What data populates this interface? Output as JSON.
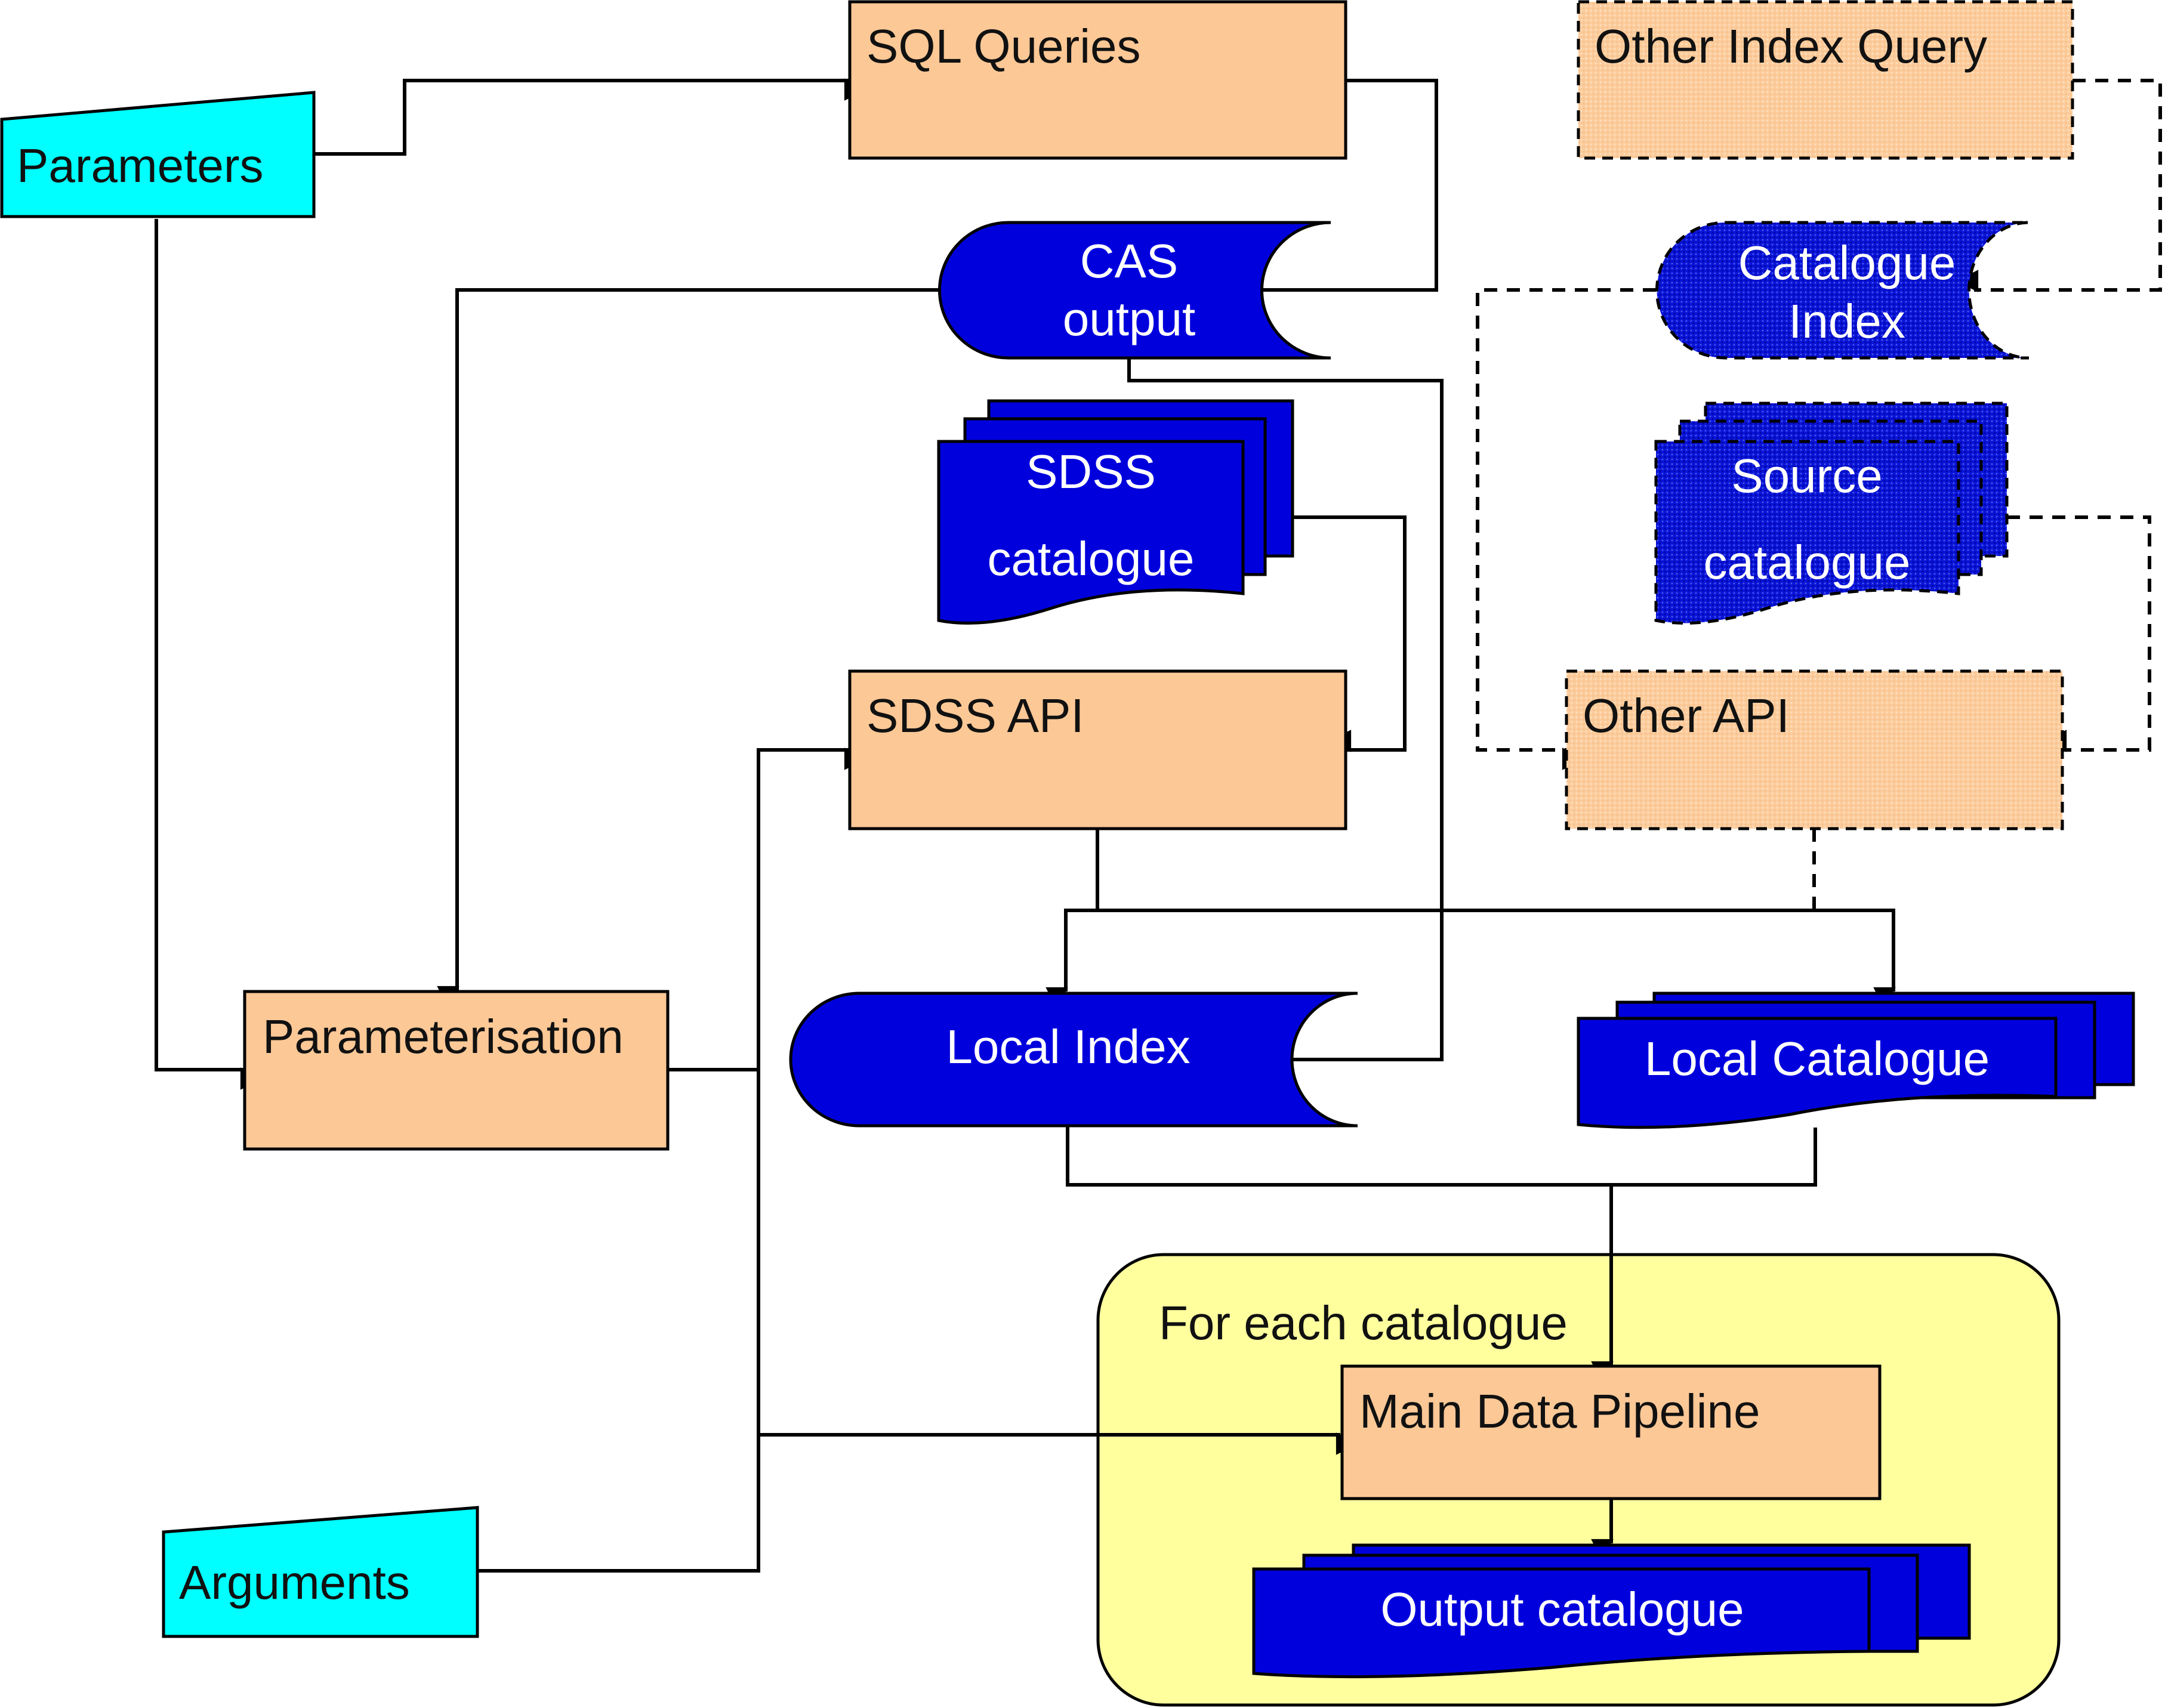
{
  "colors": {
    "process": "#FCC896",
    "input": "#00FFFF",
    "storage": "#0000DD",
    "loop": "#FFFF9E",
    "connector": "#000000"
  },
  "nodes": {
    "parameters": "Parameters",
    "sql_queries": "SQL Queries",
    "other_index_query": "Other Index Query",
    "cas_output": [
      "CAS",
      "output"
    ],
    "catalogue_index": [
      "Catalogue",
      "Index"
    ],
    "sdss_catalogue": [
      "SDSS",
      "catalogue"
    ],
    "source_catalogue": [
      "Source",
      "catalogue"
    ],
    "sdss_api": "SDSS API",
    "other_api": "Other API",
    "parameterisation": "Parameterisation",
    "local_index": "Local Index",
    "local_catalogue": "Local Catalogue",
    "loop_label": "For each catalogue",
    "main_pipeline": "Main Data Pipeline",
    "output_catalogue": "Output catalogue",
    "arguments": "Arguments"
  },
  "edges": [
    {
      "from": "parameters",
      "to": "sql_queries",
      "style": "solid"
    },
    {
      "from": "parameters",
      "to": "parameterisation",
      "style": "solid"
    },
    {
      "from": "sql_queries",
      "to": "cas_output",
      "style": "solid"
    },
    {
      "from": "cas_output",
      "to": "parameterisation",
      "style": "solid"
    },
    {
      "from": "cas_output",
      "to": "local_index",
      "style": "solid"
    },
    {
      "from": "sdss_catalogue",
      "to": "sdss_api",
      "style": "solid"
    },
    {
      "from": "parameterisation",
      "to": "sdss_api",
      "style": "solid"
    },
    {
      "from": "parameterisation",
      "to": "main_pipeline",
      "style": "solid"
    },
    {
      "from": "arguments",
      "to": "main_pipeline",
      "style": "solid"
    },
    {
      "from": "sdss_api",
      "to": "local_index",
      "style": "solid"
    },
    {
      "from": "sdss_api",
      "to": "local_catalogue",
      "style": "solid"
    },
    {
      "from": "local_index",
      "to": "main_pipeline",
      "style": "solid"
    },
    {
      "from": "local_catalogue",
      "to": "main_pipeline",
      "style": "solid"
    },
    {
      "from": "main_pipeline",
      "to": "output_catalogue",
      "style": "solid"
    },
    {
      "from": "other_index_query",
      "to": "catalogue_index",
      "style": "dashed"
    },
    {
      "from": "catalogue_index",
      "to": "other_api",
      "style": "dashed"
    },
    {
      "from": "source_catalogue",
      "to": "other_api",
      "style": "dashed"
    },
    {
      "from": "other_api",
      "to": "local_catalogue",
      "style": "dashed"
    }
  ]
}
